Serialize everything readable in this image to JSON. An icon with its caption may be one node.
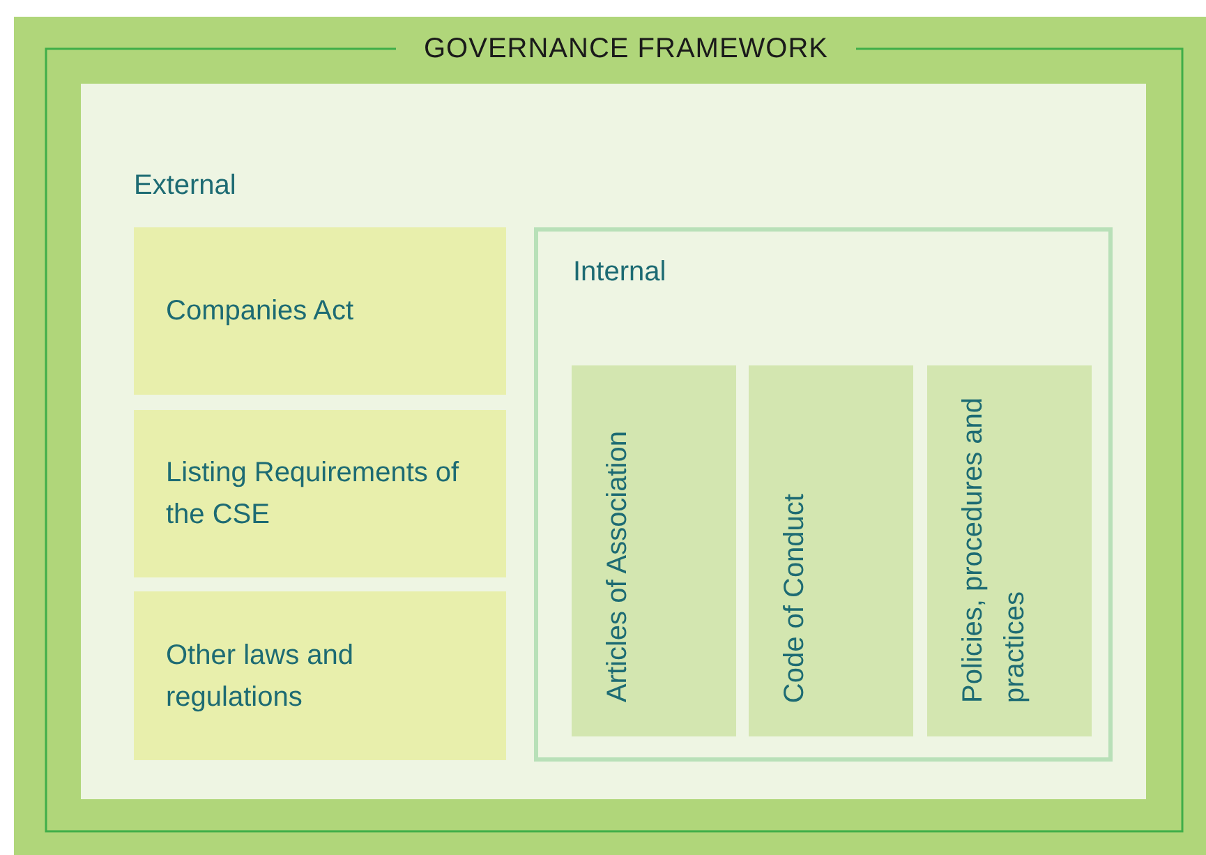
{
  "diagram": {
    "nodes": [
      {
        "text": [
          "GOVERNANCE FRAMEWORK"
        ]
      },
      {
        "text": [
          "External"
        ],
        "in": 0
      },
      {
        "text": [
          "Companies Act"
        ],
        "in": 1
      },
      {
        "text": [
          "Listing Requirements of the CSE"
        ],
        "in": 1
      },
      {
        "text": [
          "Other laws and regulations"
        ],
        "in": 1
      },
      {
        "text": [
          "Internal"
        ],
        "in": 1
      },
      {
        "text": [
          "Articles of Association"
        ],
        "in": 5
      },
      {
        "text": [
          "Code of Conduct"
        ],
        "in": 5
      },
      {
        "text": [
          "Policies, procedures and practices"
        ],
        "in": 5
      }
    ],
    "edges": []
  }
}
